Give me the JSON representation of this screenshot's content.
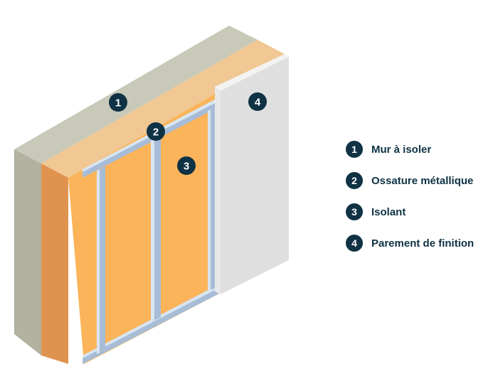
{
  "callouts": [
    {
      "number": "1",
      "label": "Mur à isoler"
    },
    {
      "number": "2",
      "label": "Ossature métallique"
    },
    {
      "number": "3",
      "label": "Isolant"
    },
    {
      "number": "4",
      "label": "Parement de finition"
    }
  ],
  "colors": {
    "badge": "#0f3244",
    "wall_top": "#c9c9b9",
    "wall_front": "#b2b2a0",
    "insulation_front": "#fbb45a",
    "insulation_side": "#e0934f",
    "insulation_top": "#f1c893",
    "frame": "#a7bcd6",
    "frame_highlight": "#d9e6f2",
    "panel_face": "#dfdfdf",
    "panel_edge": "#f3f3f3"
  }
}
